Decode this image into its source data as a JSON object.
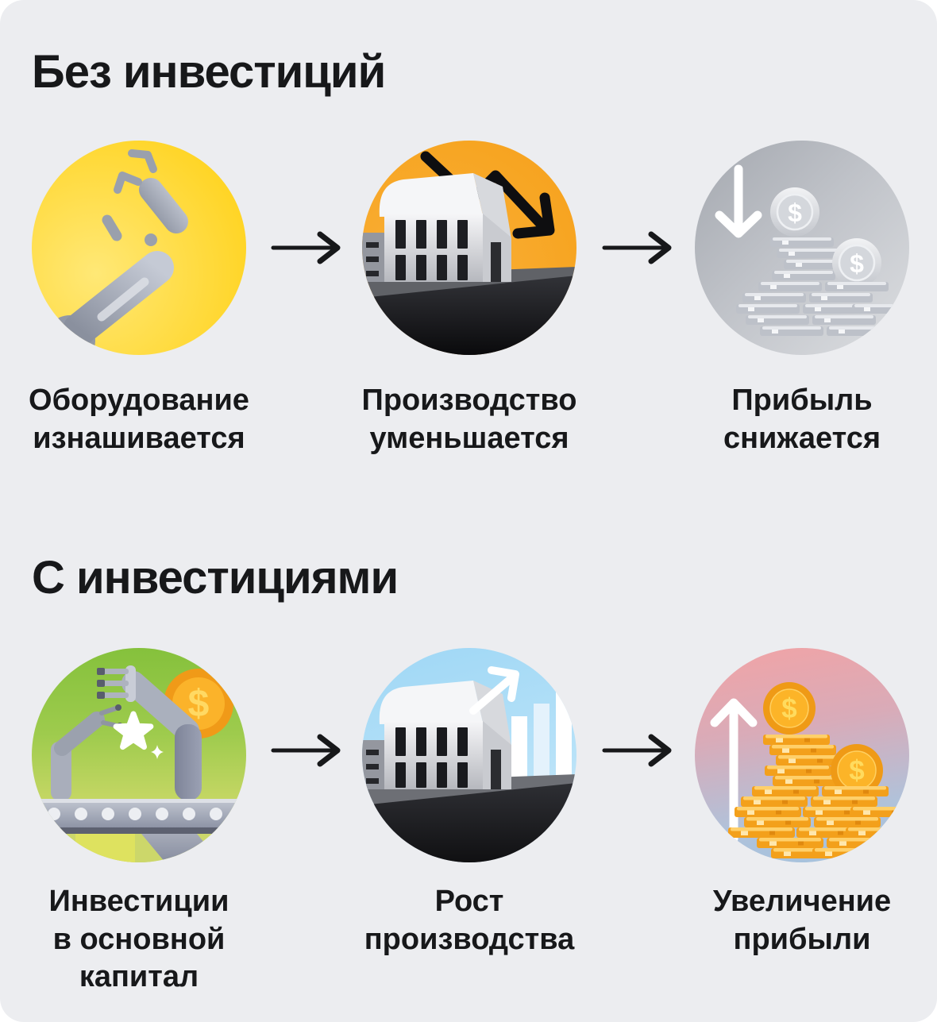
{
  "currency": "$",
  "card": {
    "background": "#ecedf0"
  },
  "sections": [
    {
      "title": "Без инвестиций",
      "steps": [
        {
          "name": "equipment-wears-out",
          "label": "Оборудование\nизнашивается",
          "icon": "broken-robot-arm-icon"
        },
        {
          "name": "production-decreases",
          "label": "Производство\nуменьшается",
          "icon": "factory-declining-arrow-icon"
        },
        {
          "name": "profit-declines",
          "label": "Прибыль\nснижается",
          "icon": "silver-coins-down-arrow-icon"
        }
      ]
    },
    {
      "title": "С инвестициями",
      "steps": [
        {
          "name": "investment-in-fixed-capital",
          "label": "Инвестиции\nв основной\nкапитал",
          "icon": "robot-arms-gold-coin-icon"
        },
        {
          "name": "production-grows",
          "label": "Рост\nпроизводства",
          "icon": "factory-rising-chart-icon"
        },
        {
          "name": "profit-increases",
          "label": "Увеличение\nприбыли",
          "icon": "gold-coins-up-arrow-icon"
        }
      ]
    }
  ]
}
